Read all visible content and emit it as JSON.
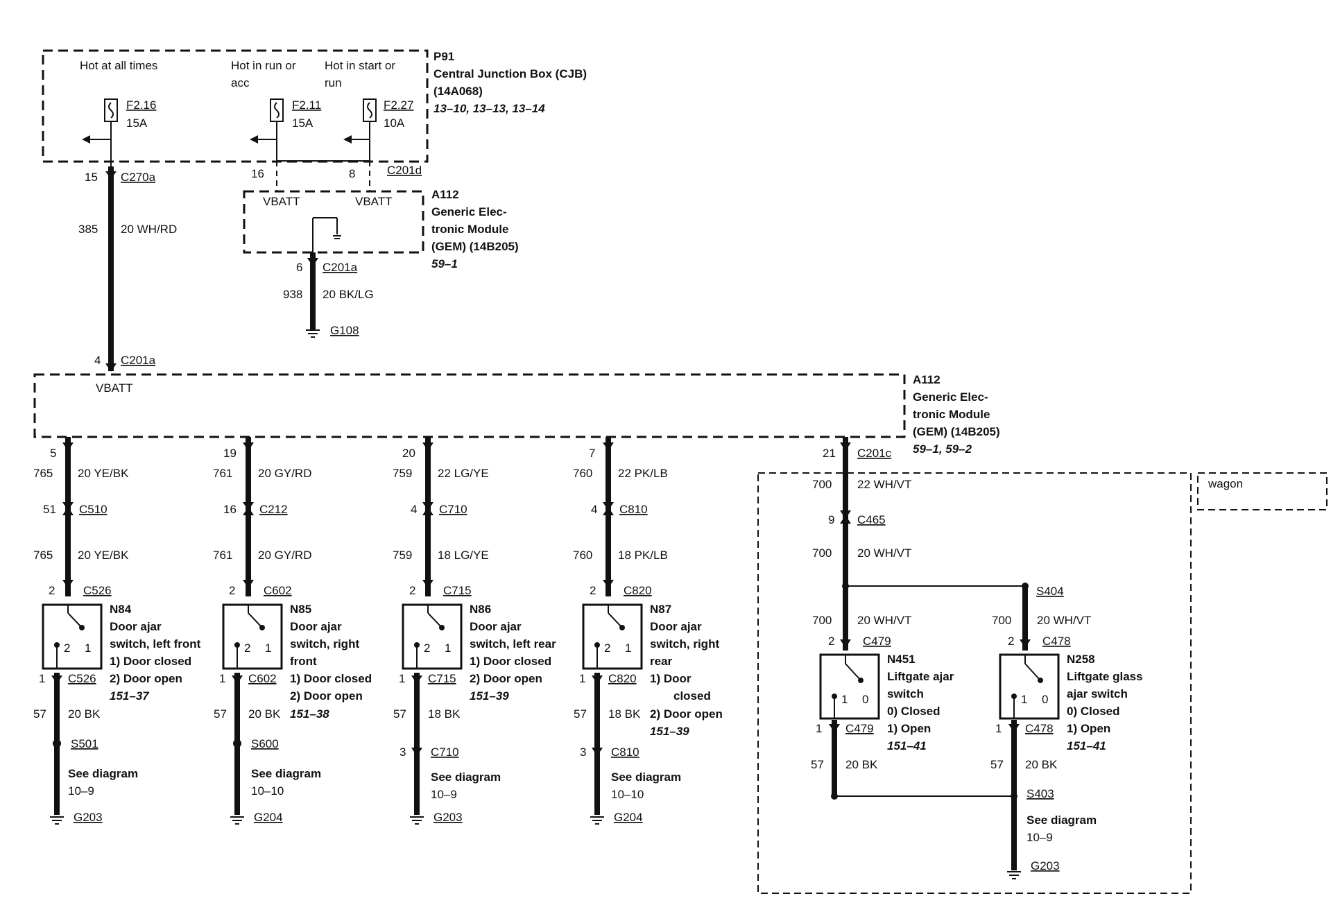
{
  "cjb": {
    "hot_all_times": "Hot at all times",
    "hot_run_acc_1": "Hot in run or",
    "hot_run_acc_2": "acc",
    "hot_start_run_1": "Hot in start or",
    "hot_start_run_2": "run",
    "id": "P91",
    "name": "Central Junction Box (CJB)",
    "part": "(14A068)",
    "ref": "13–10, 13–13, 13–14",
    "fuses": [
      {
        "name": "F2.16",
        "amp": "15A"
      },
      {
        "name": "F2.11",
        "amp": "15A"
      },
      {
        "name": "F2.27",
        "amp": "10A"
      }
    ]
  },
  "top": {
    "pin15": "15",
    "c270a": "C270a",
    "pin16": "16",
    "pin8": "8",
    "c201d": "C201d",
    "circ385": "385",
    "wire385": "20 WH/RD",
    "pin4": "4",
    "c201a_main": "C201a"
  },
  "gem_small": {
    "vbatt1": "VBATT",
    "vbatt2": "VBATT",
    "id": "A112",
    "l1": "Generic Elec-",
    "l2": "tronic Module",
    "l3": "(GEM) (14B205)",
    "ref": "59–1",
    "pin6": "6",
    "c201a": "C201a",
    "circ938": "938",
    "wire938": "20 BK/LG",
    "g108": "G108"
  },
  "gem_main": {
    "vbatt": "VBATT",
    "id": "A112",
    "l1": "Generic Elec-",
    "l2": "tronic Module",
    "l3": "(GEM) (14B205)",
    "ref": "59–1, 59–2"
  },
  "branches": [
    {
      "pin_gem": "5",
      "circ1": "765",
      "wire1": "20 YE/BK",
      "inline_pin": "51",
      "inline_conn": "C510",
      "circ2": "765",
      "wire2": "20 YE/BK",
      "sw_pin_top": "2",
      "sw_conn": "C526",
      "sw_id": "N84",
      "sw_l1": "Door ajar",
      "sw_l2": "switch, left front",
      "sw_l3": "1)   Door closed",
      "sw_l4": "2)   Door open",
      "sw_ref": "151–37",
      "sw_pin_bot": "1",
      "sw_conn_bot": "C526",
      "circ3": "57",
      "wire3": "20 BK",
      "splice": "S501",
      "see1": "See diagram",
      "see2": "10–9",
      "ground": "G203"
    },
    {
      "pin_gem": "19",
      "circ1": "761",
      "wire1": "20 GY/RD",
      "inline_pin": "16",
      "inline_conn": "C212",
      "circ2": "761",
      "wire2": "20 GY/RD",
      "sw_pin_top": "2",
      "sw_conn": "C602",
      "sw_id": "N85",
      "sw_l1": "Door ajar",
      "sw_l2": "switch, right",
      "sw_l3": "front",
      "sw_l4": "1)   Door closed",
      "sw_l5": "2)   Door open",
      "sw_pin_bot": "1",
      "sw_conn_bot": "C602",
      "circ3": "57",
      "wire3": "20 BK",
      "sw_ref": "151–38",
      "splice": "S600",
      "see1": "See diagram",
      "see2": "10–10",
      "ground": "G204"
    },
    {
      "pin_gem": "20",
      "circ1": "759",
      "wire1": "22 LG/YE",
      "inline_pin": "4",
      "inline_conn": "C710",
      "circ2": "759",
      "wire2": "18 LG/YE",
      "sw_pin_top": "2",
      "sw_conn": "C715",
      "sw_id": "N86",
      "sw_l1": "Door ajar",
      "sw_l2": "switch, left rear",
      "sw_l3": "1)   Door closed",
      "sw_l4": "2)   Door open",
      "sw_ref": "151–39",
      "sw_pin_bot": "1",
      "sw_conn_bot": "C715",
      "circ3": "57",
      "wire3": "18 BK",
      "pin_bot": "3",
      "conn_bot": "C710",
      "see1": "See diagram",
      "see2": "10–9",
      "ground": "G203"
    },
    {
      "pin_gem": "7",
      "circ1": "760",
      "wire1": "22 PK/LB",
      "inline_pin": "4",
      "inline_conn": "C810",
      "circ2": "760",
      "wire2": "18 PK/LB",
      "sw_pin_top": "2",
      "sw_conn": "C820",
      "sw_id": "N87",
      "sw_l1": "Door ajar",
      "sw_l2": "switch, right",
      "sw_l3": "rear",
      "sw_l4": "1)   Door",
      "sw_l5": "closed",
      "sw_l6": "2)   Door open",
      "sw_ref": "151–39",
      "sw_pin_bot": "1",
      "sw_conn_bot": "C820",
      "circ3": "57",
      "wire3": "18 BK",
      "pin_bot": "3",
      "conn_bot": "C810",
      "see1": "See diagram",
      "see2": "10–10",
      "ground": "G204"
    }
  ],
  "wagon": {
    "label": "wagon",
    "pin_gem": "21",
    "c201c": "C201c",
    "circ1": "700",
    "wire1": "22 WH/VT",
    "inline_pin": "9",
    "inline_conn": "C465",
    "circ2": "700",
    "wire2": "20 WH/VT",
    "splice_top": "S404",
    "left": {
      "circ": "700",
      "wire": "20 WH/VT",
      "pin_top": "2",
      "conn_top": "C479",
      "id": "N451",
      "l1": "Liftgate ajar",
      "l2": "switch",
      "l3": "0)   Closed",
      "l4": "1)   Open",
      "ref": "151–41",
      "pin_bot": "1",
      "conn_bot": "C479",
      "circ_bot": "57",
      "wire_bot": "20 BK"
    },
    "right": {
      "circ": "700",
      "wire": "20 WH/VT",
      "pin_top": "2",
      "conn_top": "C478",
      "id": "N258",
      "l1": "Liftgate glass",
      "l2": "ajar switch",
      "l3": "0)   Closed",
      "l4": "1)   Open",
      "ref": "151–41",
      "pin_bot": "1",
      "conn_bot": "C478",
      "circ_bot": "57",
      "wire_bot": "20 BK"
    },
    "splice_bot": "S403",
    "see1": "See diagram",
    "see2": "10–9",
    "ground": "G203"
  }
}
